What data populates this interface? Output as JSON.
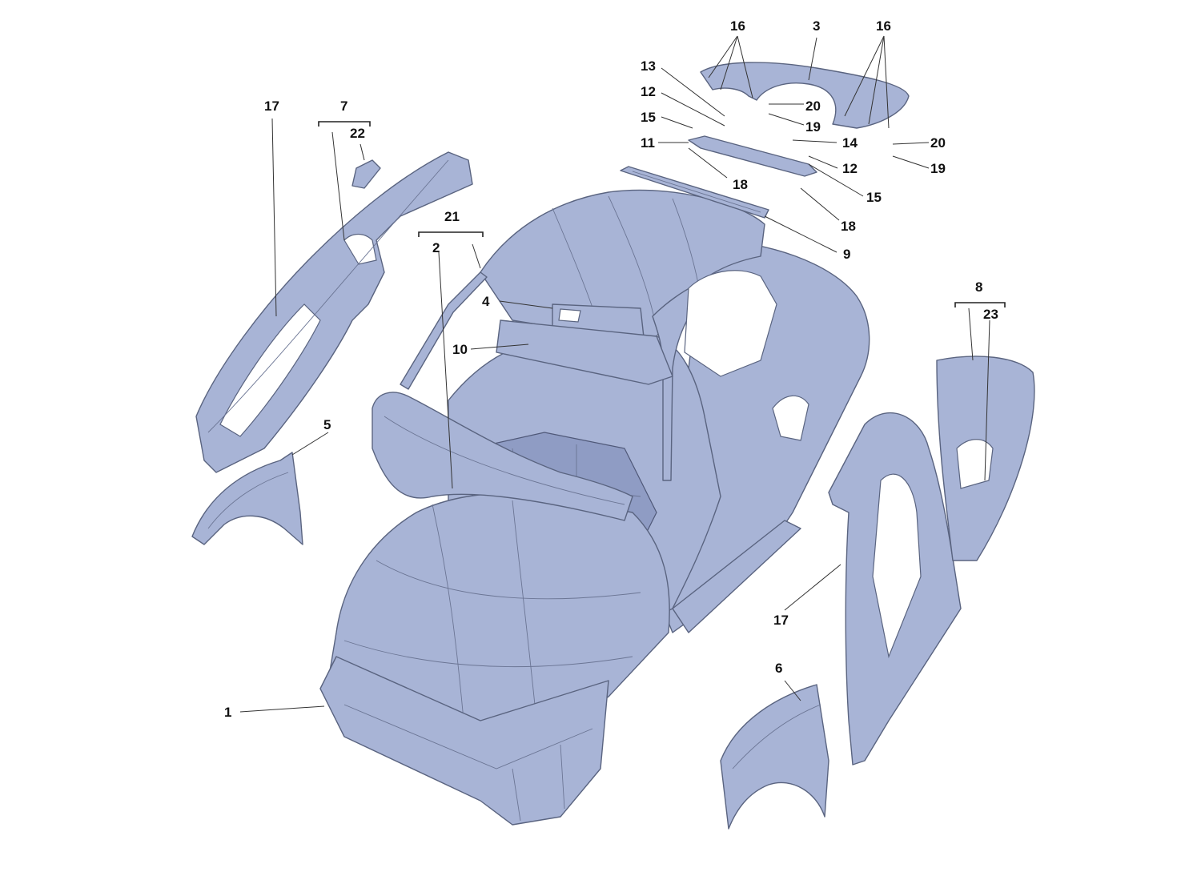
{
  "diagram": {
    "callouts": {
      "c1": "1",
      "c2": "2",
      "c3": "3",
      "c4": "4",
      "c5": "5",
      "c6": "6",
      "c7": "7",
      "c8": "8",
      "c9": "9",
      "c10": "10",
      "c11": "11",
      "c12a": "12",
      "c12b": "12",
      "c13": "13",
      "c14": "14",
      "c15a": "15",
      "c15b": "15",
      "c16a": "16",
      "c16b": "16",
      "c17a": "17",
      "c17b": "17",
      "c18a": "18",
      "c18b": "18",
      "c19a": "19",
      "c19b": "19",
      "c20a": "20",
      "c20b": "20",
      "c21": "21",
      "c22": "22",
      "c23": "23"
    },
    "colors": {
      "panel": "#a8b4d6",
      "outline": "#5a6480"
    }
  }
}
